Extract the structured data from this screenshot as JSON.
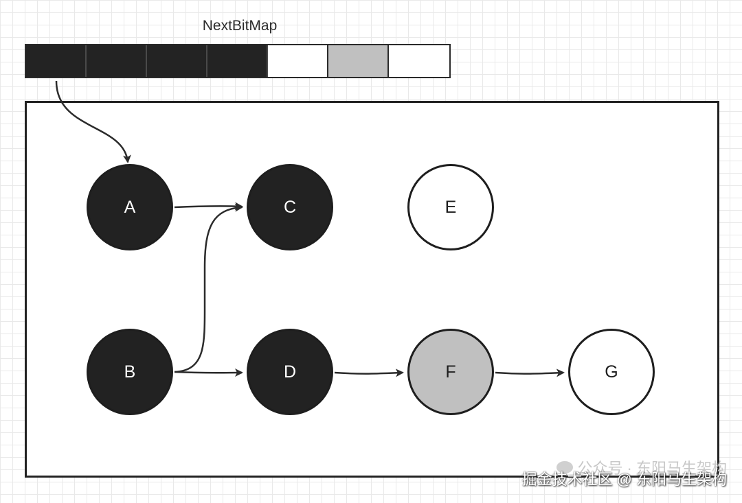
{
  "bitmap": {
    "title": "NextBitMap",
    "cells": [
      "black",
      "black",
      "black",
      "black",
      "white",
      "gray",
      "white"
    ]
  },
  "nodes": [
    {
      "id": "A",
      "label": "A",
      "color": "black"
    },
    {
      "id": "B",
      "label": "B",
      "color": "black"
    },
    {
      "id": "C",
      "label": "C",
      "color": "black"
    },
    {
      "id": "D",
      "label": "D",
      "color": "black"
    },
    {
      "id": "E",
      "label": "E",
      "color": "white"
    },
    {
      "id": "F",
      "label": "F",
      "color": "gray"
    },
    {
      "id": "G",
      "label": "G",
      "color": "white"
    }
  ],
  "edges": [
    {
      "from": "bitmap-cell-1",
      "to": "A"
    },
    {
      "from": "A",
      "to": "C"
    },
    {
      "from": "B",
      "to": "C"
    },
    {
      "from": "B",
      "to": "D"
    },
    {
      "from": "D",
      "to": "F"
    },
    {
      "from": "F",
      "to": "G"
    }
  ],
  "colors": {
    "black": "#222222",
    "gray": "#c0c0c0",
    "white": "#ffffff",
    "stroke": "#1e1e1e"
  },
  "watermark": {
    "line1": "公众号 · 东阳马生架构",
    "line2": "掘金技术社区 @ 东阳马生架构"
  }
}
